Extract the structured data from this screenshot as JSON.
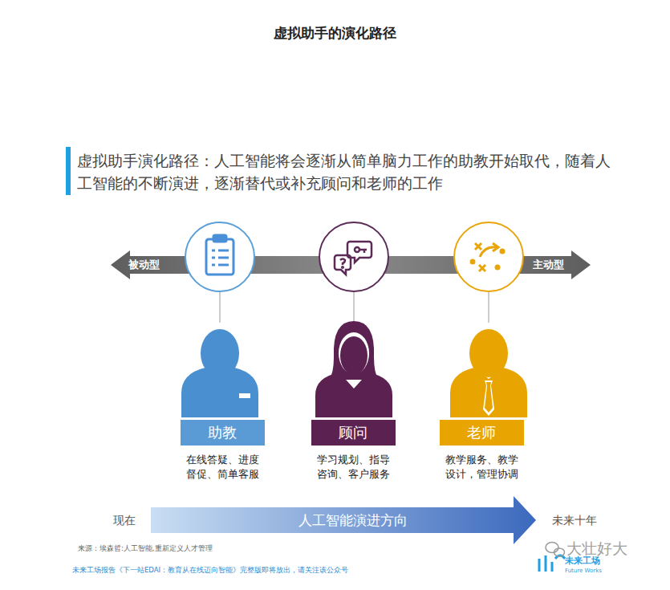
{
  "diagram": {
    "title": "虚拟助手的演化路径",
    "nodes": [
      {
        "text": [
          "助教",
          "在线答疑、进度 督促、简单客服"
        ]
      },
      {
        "text": [
          "顾问",
          "学习规划、指导 咨询、客户服务"
        ]
      },
      {
        "text": [
          "老师",
          "教学服务、教学 设计，管理协调"
        ]
      }
    ],
    "labels": [
      "虚拟助手演化路径：人工智能将会逐渐从简单脑力工作的助教开始取代，随着人工智能的不断演进，逐渐替代或补充顾问和老师的工作",
      "被动型",
      "主动型",
      "现在",
      "人工智能演进方向",
      "未来十年",
      "来源：埃森哲:人工智能,重新定义人才管理",
      "未来工场报告《下一站EDAI：教育从在线迈向智能》完整版即将放出，请关注该公众号",
      "大壮好大",
      "未来工场",
      "Future Works"
    ]
  }
}
